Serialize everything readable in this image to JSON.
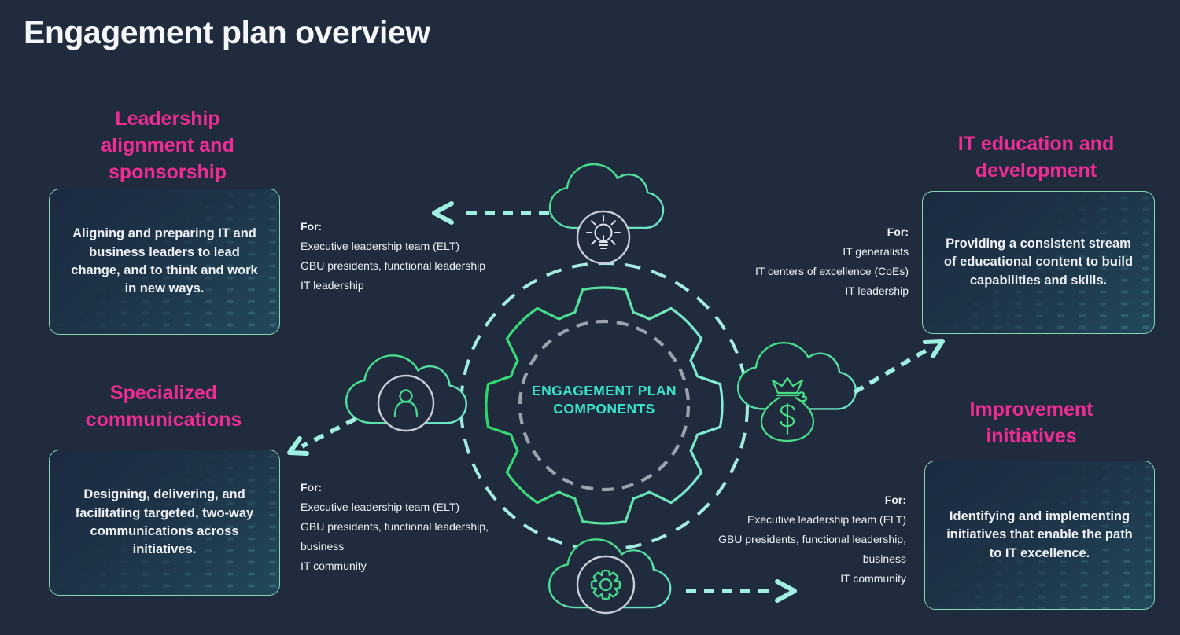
{
  "title": "Engagement plan overview",
  "center": {
    "label": "ENGAGEMENT PLAN COMPONENTS"
  },
  "colors": {
    "background": "#202c3e",
    "accent_pink": "#ee2c92",
    "accent_teal": "#3ae3c6",
    "arrow_teal": "#9ff0e2",
    "gear_green": "#2fd86a",
    "gear_aqua": "#86ecd9",
    "card_border": "#85d7b3",
    "inner_dash_gray": "#9aa2ab",
    "badge_ring_gray": "#c9ced6",
    "text_white": "#eef2f6"
  },
  "icons": {
    "top": "lightbulb-cloud-icon",
    "left": "person-cloud-icon",
    "right": "money-bag-cloud-icon",
    "bottom": "gear-cloud-icon",
    "center": "gear-icon"
  },
  "quadrants": [
    {
      "id": "leadership-alignment",
      "heading": "Leadership alignment and sponsorship",
      "body": "Aligning and preparing IT and business leaders to lead change, and to think and work in new ways.",
      "for_label": "For:",
      "for_lines": [
        "Executive leadership team (ELT)",
        "GBU presidents, functional leadership",
        "IT leadership"
      ]
    },
    {
      "id": "it-education",
      "heading": "IT education and development",
      "body": "Providing a consistent stream of educational content to build capabilities and skills.",
      "for_label": "For:",
      "for_lines": [
        "IT generalists",
        "IT centers of excellence (CoEs)",
        "IT leadership"
      ]
    },
    {
      "id": "specialized-communications",
      "heading": "Specialized communications",
      "body": "Designing, delivering, and facilitating targeted, two-way communications across initiatives.",
      "for_label": "For:",
      "for_lines": [
        "Executive leadership team (ELT)",
        "GBU presidents, functional leadership,",
        "business",
        "IT community"
      ]
    },
    {
      "id": "improvement-initiatives",
      "heading": "Improvement initiatives",
      "body": "Identifying and implementing initiatives that enable the path to IT excellence.",
      "for_label": "For:",
      "for_lines": [
        "Executive leadership team (ELT)",
        "GBU presidents, functional leadership,",
        "business",
        "IT community"
      ]
    }
  ]
}
